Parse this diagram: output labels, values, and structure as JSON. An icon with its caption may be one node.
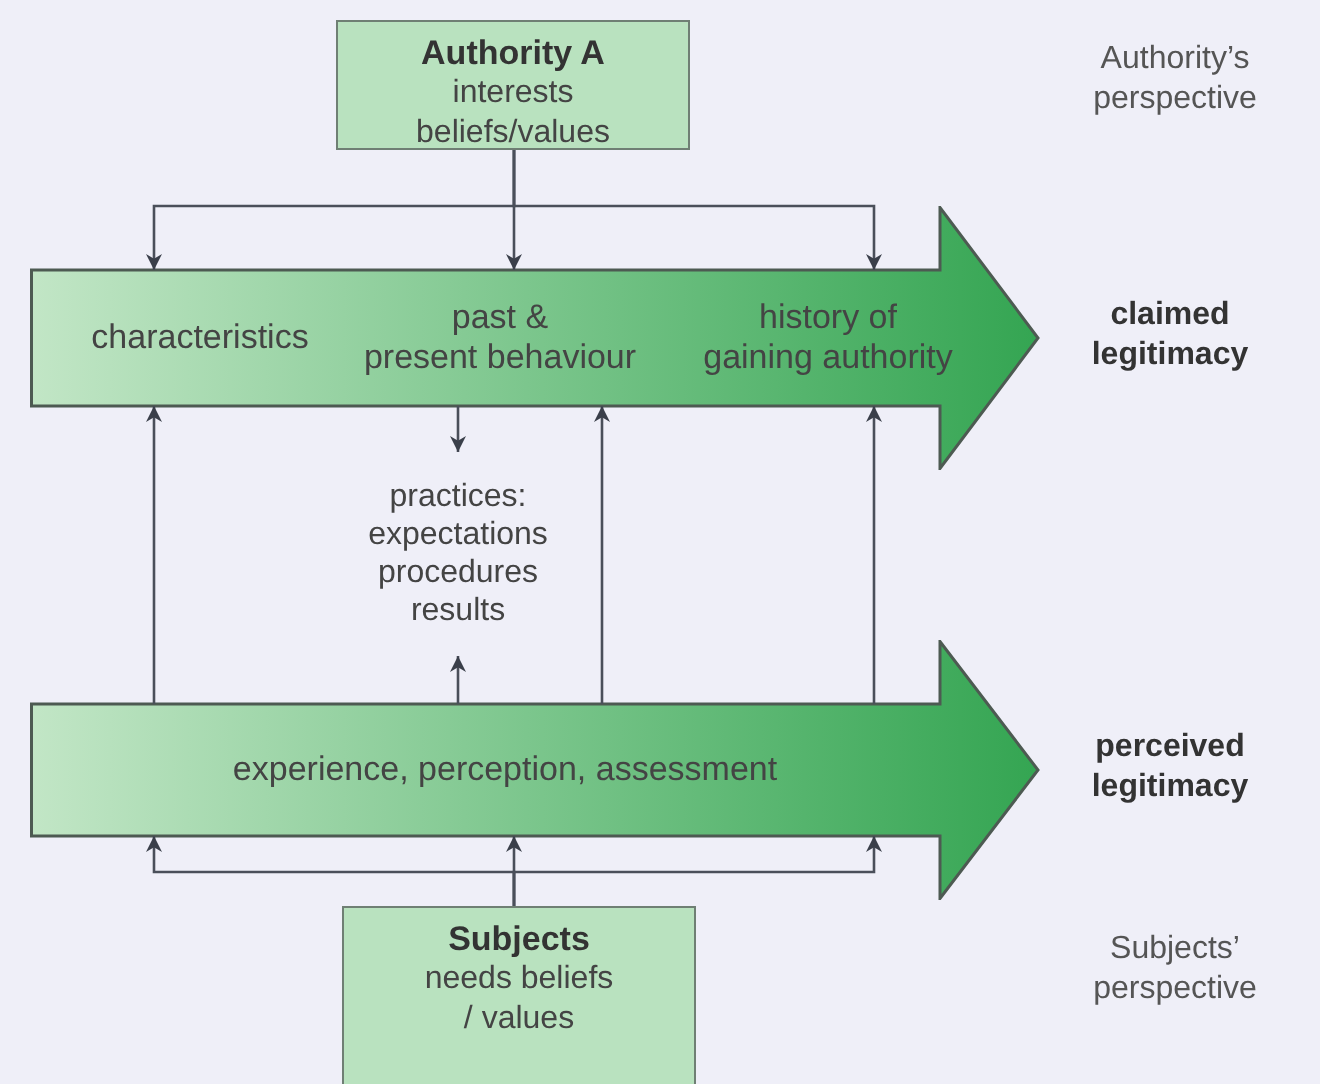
{
  "diagram": {
    "nodes": [
      {
        "text": [
          "Authority A",
          "interests beliefs/values"
        ]
      },
      {
        "text": [],
        "shape": "arrow",
        "beside": [
          "claimed legitimacy"
        ]
      },
      {
        "text": [
          "characteristics"
        ],
        "in": 1
      },
      {
        "text": [
          "past & present behaviour"
        ],
        "in": 1
      },
      {
        "text": [
          "history of gaining authority"
        ],
        "in": 1
      },
      {
        "text": [
          "practices: expectations procedures results"
        ]
      },
      {
        "text": [
          "experience, perception, assessment"
        ],
        "beside": [
          "perceived legitimacy"
        ]
      },
      {
        "text": [
          "Subjects",
          "needs beliefs / values"
        ]
      }
    ],
    "edges": [
      {
        "from": 0,
        "to": 2,
        "arrow": "to"
      },
      {
        "from": 0,
        "to": 3,
        "arrow": "to"
      },
      {
        "from": 0,
        "to": 4,
        "arrow": "to"
      },
      {
        "from": 1,
        "to": 5,
        "arrow": "to"
      },
      {
        "from": 6,
        "to": 1,
        "arrow": "to"
      },
      {
        "from": 6,
        "to": 1,
        "arrow": "to"
      },
      {
        "from": 6,
        "to": 1,
        "arrow": "to"
      },
      {
        "from": 6,
        "to": 5,
        "arrow": "to"
      },
      {
        "from": 7,
        "to": 6,
        "arrow": "to"
      },
      {
        "from": 7,
        "to": 6,
        "arrow": "to"
      },
      {
        "from": 7,
        "to": 6,
        "arrow": "to"
      }
    ],
    "labels": [
      "Authority’s perspective",
      "Subjects’ perspective"
    ]
  }
}
